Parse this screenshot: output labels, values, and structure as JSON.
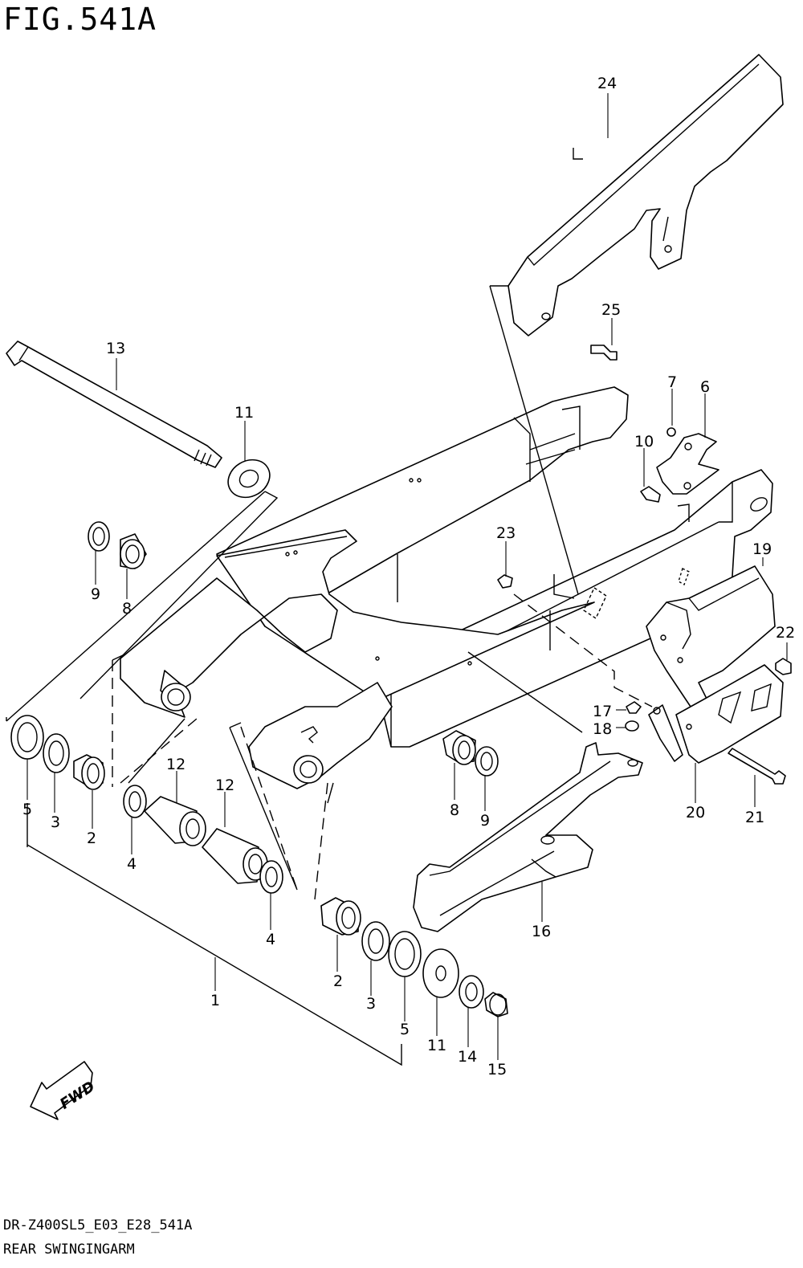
{
  "figure": {
    "title": "FIG.541A",
    "model_code": "DR-Z400SL5_E03_E28_541A",
    "section_name": "REAR SWINGINGARM",
    "direction_badge": "FWD"
  },
  "callouts": [
    {
      "id": "c1",
      "label": "1"
    },
    {
      "id": "c2a",
      "label": "2"
    },
    {
      "id": "c2b",
      "label": "2"
    },
    {
      "id": "c3a",
      "label": "3"
    },
    {
      "id": "c3b",
      "label": "3"
    },
    {
      "id": "c4a",
      "label": "4"
    },
    {
      "id": "c4b",
      "label": "4"
    },
    {
      "id": "c5a",
      "label": "5"
    },
    {
      "id": "c5b",
      "label": "5"
    },
    {
      "id": "c6",
      "label": "6"
    },
    {
      "id": "c7",
      "label": "7"
    },
    {
      "id": "c8a",
      "label": "8"
    },
    {
      "id": "c8b",
      "label": "8"
    },
    {
      "id": "c9a",
      "label": "9"
    },
    {
      "id": "c9b",
      "label": "9"
    },
    {
      "id": "c10",
      "label": "10"
    },
    {
      "id": "c11a",
      "label": "11"
    },
    {
      "id": "c11b",
      "label": "11"
    },
    {
      "id": "c12a",
      "label": "12"
    },
    {
      "id": "c12b",
      "label": "12"
    },
    {
      "id": "c13",
      "label": "13"
    },
    {
      "id": "c14",
      "label": "14"
    },
    {
      "id": "c15",
      "label": "15"
    },
    {
      "id": "c16",
      "label": "16"
    },
    {
      "id": "c17",
      "label": "17"
    },
    {
      "id": "c18",
      "label": "18"
    },
    {
      "id": "c19",
      "label": "19"
    },
    {
      "id": "c20",
      "label": "20"
    },
    {
      "id": "c21",
      "label": "21"
    },
    {
      "id": "c22",
      "label": "22"
    },
    {
      "id": "c23",
      "label": "23"
    },
    {
      "id": "c24",
      "label": "24"
    },
    {
      "id": "c25",
      "label": "25"
    }
  ]
}
